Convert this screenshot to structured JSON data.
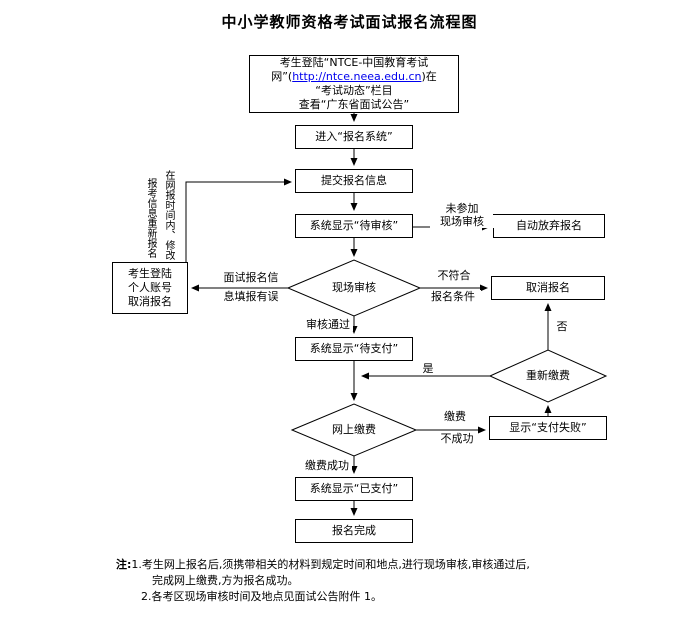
{
  "title": "中小学教师资格考试面试报名流程图",
  "start": {
    "line1": "考生登陆“NTCE-中国教育考试",
    "line2_pre": "网”(",
    "link": "http://ntce.neea.edu.cn",
    "line2_post": ")在",
    "line3": "“考试动态”栏目",
    "line4": "查看“广东省面试公告”"
  },
  "boxes": {
    "enter_system": "进入“报名系统”",
    "submit_info": "提交报名信息",
    "pending_review": "系统显示“待审核”",
    "auto_abandon": "自动放弃报名",
    "cancel_login_1": "考生登陆",
    "cancel_login_2": "个人账号",
    "cancel_login_3": "取消报名",
    "cancel": "取消报名",
    "pending_pay": "系统显示“待支付”",
    "pay_fail": "显示“支付失败”",
    "paid": "系统显示“已支付”",
    "complete": "报名完成"
  },
  "diamonds": {
    "onsite_review": "现场审核",
    "repay": "重新缴费",
    "online_pay": "网上缴费"
  },
  "labels": {
    "not_attend_1": "未参加",
    "not_attend_2": "现场审核",
    "wrong_info_1": "面试报名信",
    "wrong_info_2": "息填报有误",
    "not_qualified_1": "不符合",
    "not_qualified_2": "报名条件",
    "review_pass": "审核通过",
    "yes": "是",
    "no": "否",
    "pay_not_success_1": "缴费",
    "pay_not_success_2": "不成功",
    "pay_success": "缴费成功",
    "vertical_right": "在网报时间内、修改",
    "vertical_left": "报考信息重新报名"
  },
  "notes": {
    "prefix": "注:",
    "line1": "1.考生网上报名后,须携带相关的材料到规定时间和地点,进行现场审核,审核通过后,",
    "line2": "完成网上缴费,方为报名成功。",
    "line3": "2.各考区现场审核时间及地点见面试公告附件 1。"
  },
  "colors": {
    "link": "#0000ee",
    "line": "#000000",
    "text": "#000000",
    "background": "#ffffff"
  }
}
